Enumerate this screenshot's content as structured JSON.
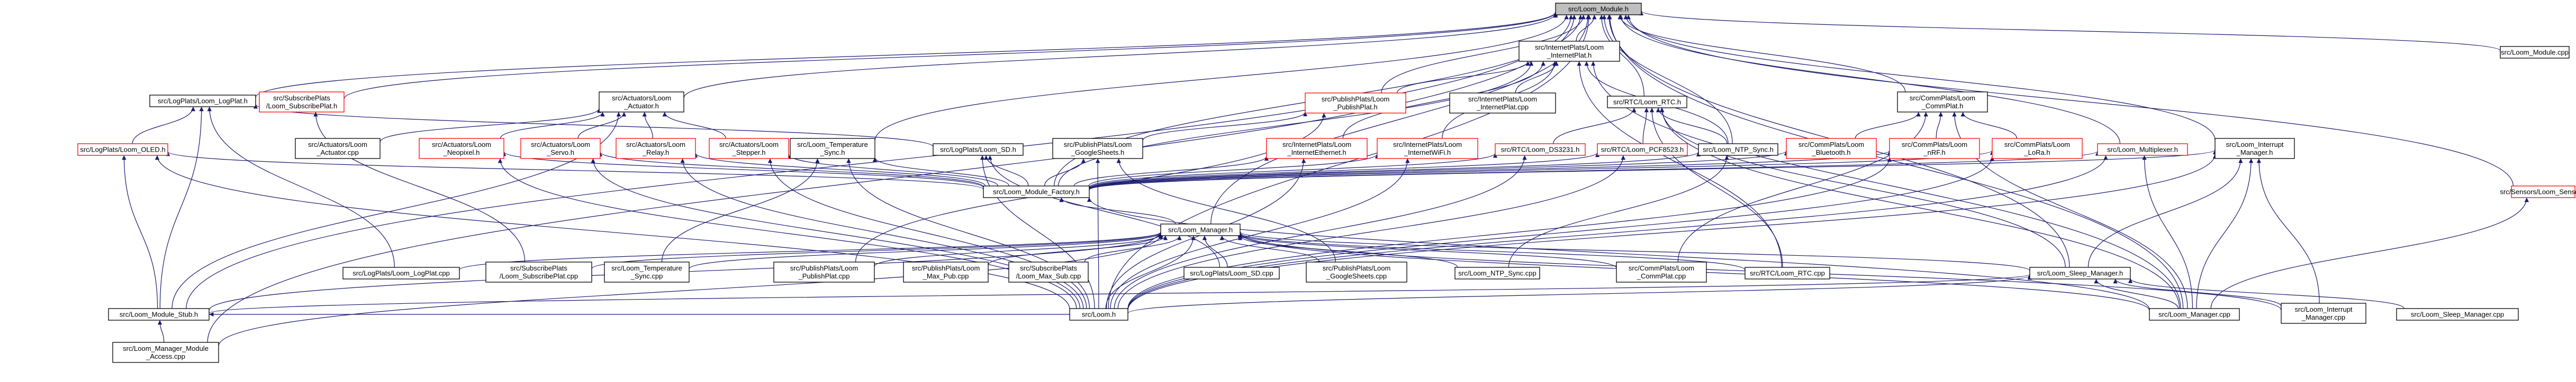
{
  "diagram": {
    "title": "",
    "colors": {
      "edge": "#191970",
      "node_border": "#000000",
      "node_border_missing": "#ff0000",
      "root_fill": "#bfbfbf",
      "background": "#ffffff"
    },
    "nodes": [
      {
        "id": "root",
        "lines": [
          "src/Loom_Module.h"
        ],
        "style": "root"
      },
      {
        "id": "internet_h",
        "lines": [
          "src/InternetPlats/Loom",
          "_InternetPlat.h"
        ]
      },
      {
        "id": "module_cpp",
        "lines": [
          "src/Loom_Module.cpp"
        ]
      },
      {
        "id": "logplat_h",
        "lines": [
          "src/LogPlats/Loom_LogPlat.h"
        ]
      },
      {
        "id": "subplat_h",
        "lines": [
          "src/SubscribePlats",
          "/Loom_SubscribePlat.h"
        ],
        "style": "missing"
      },
      {
        "id": "actuator_h",
        "lines": [
          "src/Actuators/Loom",
          "_Actuator.h"
        ]
      },
      {
        "id": "publish_h",
        "lines": [
          "src/PublishPlats/Loom",
          "_PublishPlat.h"
        ],
        "style": "missing"
      },
      {
        "id": "internet_cpp",
        "lines": [
          "src/InternetPlats/Loom",
          "_InternetPlat.cpp"
        ]
      },
      {
        "id": "rtc_h",
        "lines": [
          "src/RTC/Loom_RTC.h"
        ]
      },
      {
        "id": "commplat_h",
        "lines": [
          "src/CommPlats/Loom",
          "_CommPlat.h"
        ]
      },
      {
        "id": "oled_h",
        "lines": [
          "src/LogPlats/Loom_OLED.h"
        ],
        "style": "missing"
      },
      {
        "id": "act_cpp",
        "lines": [
          "src/Actuators/Loom",
          "_Actuator.cpp"
        ]
      },
      {
        "id": "neopixel_h",
        "lines": [
          "src/Actuators/Loom",
          "_Neopixel.h"
        ],
        "style": "missing"
      },
      {
        "id": "servo_h",
        "lines": [
          "src/Actuators/Loom",
          "_Servo.h"
        ],
        "style": "missing"
      },
      {
        "id": "relay_h",
        "lines": [
          "src/Actuators/Loom",
          "_Relay.h"
        ],
        "style": "missing"
      },
      {
        "id": "stepper_h",
        "lines": [
          "src/Actuators/Loom",
          "_Stepper.h"
        ],
        "style": "missing"
      },
      {
        "id": "tempsync_h",
        "lines": [
          "src/Loom_Temperature",
          "_Sync.h"
        ]
      },
      {
        "id": "sd_h",
        "lines": [
          "src/LogPlats/Loom_SD.h"
        ]
      },
      {
        "id": "gsheets_h",
        "lines": [
          "src/PublishPlats/Loom",
          "_GoogleSheets.h"
        ]
      },
      {
        "id": "ethernet_h",
        "lines": [
          "src/InternetPlats/Loom",
          "_InternetEthernet.h"
        ],
        "style": "missing"
      },
      {
        "id": "wifi_h",
        "lines": [
          "src/InternetPlats/Loom",
          "_InternetWiFi.h"
        ],
        "style": "missing"
      },
      {
        "id": "ds3231_h",
        "lines": [
          "src/RTC/Loom_DS3231.h"
        ],
        "style": "missing"
      },
      {
        "id": "pcf8523_h",
        "lines": [
          "src/RTC/Loom_PCF8523.h"
        ],
        "style": "missing"
      },
      {
        "id": "ntpsync_h",
        "lines": [
          "src/Loom_NTP_Sync.h"
        ]
      },
      {
        "id": "bluetooth_h",
        "lines": [
          "src/CommPlats/Loom",
          "_Bluetooth.h"
        ],
        "style": "missing"
      },
      {
        "id": "rf_h",
        "lines": [
          "src/CommPlats/Loom",
          "_nRF.h"
        ],
        "style": "missing"
      },
      {
        "id": "lora_h",
        "lines": [
          "src/CommPlats/Loom",
          "_LoRa.h"
        ],
        "style": "missing"
      },
      {
        "id": "mux_h",
        "lines": [
          "src/Loom_Multiplexer.h"
        ],
        "style": "missing"
      },
      {
        "id": "interrupt_h",
        "lines": [
          "src/Loom_Interrupt",
          "_Manager.h"
        ]
      },
      {
        "id": "sensor_h",
        "lines": [
          "src/Sensors/Loom_Sensor.h"
        ],
        "style": "missing"
      },
      {
        "id": "factory_h",
        "lines": [
          "src/Loom_Module_Factory.h"
        ]
      },
      {
        "id": "manager_h",
        "lines": [
          "src/Loom_Manager.h"
        ]
      },
      {
        "id": "logplat_cpp",
        "lines": [
          "src/LogPlats/Loom_LogPlat.cpp"
        ]
      },
      {
        "id": "subplat_cpp",
        "lines": [
          "src/SubscribePlats",
          "/Loom_SubscribePlat.cpp"
        ]
      },
      {
        "id": "tempsync_cpp",
        "lines": [
          "src/Loom_Temperature",
          "_Sync.cpp"
        ]
      },
      {
        "id": "publish_cpp",
        "lines": [
          "src/PublishPlats/Loom",
          "_PublishPlat.cpp"
        ]
      },
      {
        "id": "maxpub_cpp",
        "lines": [
          "src/PublishPlats/Loom",
          "_Max_Pub.cpp"
        ]
      },
      {
        "id": "maxsub_cpp",
        "lines": [
          "src/SubscribePlats",
          "/Loom_Max_Sub.cpp"
        ]
      },
      {
        "id": "sd_cpp",
        "lines": [
          "src/LogPlats/Loom_SD.cpp"
        ]
      },
      {
        "id": "gsheets_cpp",
        "lines": [
          "src/PublishPlats/Loom",
          "_GoogleSheets.cpp"
        ]
      },
      {
        "id": "ntpsync_cpp",
        "lines": [
          "src/Loom_NTP_Sync.cpp"
        ]
      },
      {
        "id": "commplat_cpp",
        "lines": [
          "src/CommPlats/Loom",
          "_CommPlat.cpp"
        ]
      },
      {
        "id": "rtc_cpp",
        "lines": [
          "src/RTC/Loom_RTC.cpp"
        ]
      },
      {
        "id": "sleep_h",
        "lines": [
          "src/Loom_Sleep_Manager.h"
        ]
      },
      {
        "id": "stub_h",
        "lines": [
          "src/Loom_Module_Stub.h"
        ]
      },
      {
        "id": "loom_h",
        "lines": [
          "src/Loom.h"
        ]
      },
      {
        "id": "manager_cpp",
        "lines": [
          "src/Loom_Manager.cpp"
        ]
      },
      {
        "id": "interrupt_cpp",
        "lines": [
          "src/Loom_Interrupt",
          "_Manager.cpp"
        ]
      },
      {
        "id": "sleep_cpp",
        "lines": [
          "src/Loom_Sleep_Manager.cpp"
        ]
      },
      {
        "id": "access_cpp",
        "lines": [
          "src/Loom_Manager_Module",
          "_Access.cpp"
        ]
      }
    ],
    "edges": [
      [
        "root",
        "internet_h"
      ],
      [
        "root",
        "module_cpp"
      ],
      [
        "root",
        "logplat_h"
      ],
      [
        "root",
        "subplat_h"
      ],
      [
        "root",
        "actuator_h"
      ],
      [
        "root",
        "publish_h"
      ],
      [
        "root",
        "rtc_h"
      ],
      [
        "root",
        "commplat_h"
      ],
      [
        "root",
        "tempsync_h"
      ],
      [
        "root",
        "mux_h"
      ],
      [
        "root",
        "interrupt_h"
      ],
      [
        "root",
        "sensor_h"
      ],
      [
        "root",
        "factory_h"
      ],
      [
        "root",
        "manager_h"
      ],
      [
        "root",
        "stub_h"
      ],
      [
        "root",
        "loom_h"
      ],
      [
        "root",
        "manager_cpp"
      ],
      [
        "root",
        "sleep_h"
      ],
      [
        "root",
        "ntpsync_h"
      ],
      [
        "root",
        "access_cpp"
      ],
      [
        "internet_h",
        "internet_cpp"
      ],
      [
        "internet_h",
        "ethernet_h"
      ],
      [
        "internet_h",
        "wifi_h"
      ],
      [
        "internet_h",
        "publish_h"
      ],
      [
        "internet_h",
        "ntpsync_h"
      ],
      [
        "internet_h",
        "factory_h"
      ],
      [
        "internet_h",
        "rtc_cpp"
      ],
      [
        "internet_h",
        "manager_cpp"
      ],
      [
        "logplat_h",
        "oled_h"
      ],
      [
        "logplat_h",
        "sd_h"
      ],
      [
        "logplat_h",
        "logplat_cpp"
      ],
      [
        "logplat_h",
        "stub_h"
      ],
      [
        "subplat_h",
        "subplat_cpp"
      ],
      [
        "actuator_h",
        "act_cpp"
      ],
      [
        "actuator_h",
        "neopixel_h"
      ],
      [
        "actuator_h",
        "servo_h"
      ],
      [
        "actuator_h",
        "relay_h"
      ],
      [
        "actuator_h",
        "stepper_h"
      ],
      [
        "actuator_h",
        "stub_h"
      ],
      [
        "publish_h",
        "gsheets_h"
      ],
      [
        "publish_h",
        "publish_cpp"
      ],
      [
        "rtc_h",
        "ds3231_h"
      ],
      [
        "rtc_h",
        "pcf8523_h"
      ],
      [
        "rtc_h",
        "ntpsync_h"
      ],
      [
        "rtc_h",
        "rtc_cpp"
      ],
      [
        "rtc_h",
        "sleep_h"
      ],
      [
        "rtc_h",
        "manager_cpp"
      ],
      [
        "commplat_h",
        "bluetooth_h"
      ],
      [
        "commplat_h",
        "rf_h"
      ],
      [
        "commplat_h",
        "lora_h"
      ],
      [
        "commplat_h",
        "commplat_cpp"
      ],
      [
        "commplat_h",
        "manager_cpp"
      ],
      [
        "oled_h",
        "factory_h"
      ],
      [
        "oled_h",
        "stub_h"
      ],
      [
        "oled_h",
        "loom_h"
      ],
      [
        "neopixel_h",
        "factory_h"
      ],
      [
        "neopixel_h",
        "loom_h"
      ],
      [
        "servo_h",
        "factory_h"
      ],
      [
        "servo_h",
        "loom_h"
      ],
      [
        "relay_h",
        "factory_h"
      ],
      [
        "relay_h",
        "loom_h"
      ],
      [
        "stepper_h",
        "factory_h"
      ],
      [
        "stepper_h",
        "loom_h"
      ],
      [
        "tempsync_h",
        "factory_h"
      ],
      [
        "tempsync_h",
        "tempsync_cpp"
      ],
      [
        "tempsync_h",
        "loom_h"
      ],
      [
        "sd_h",
        "factory_h"
      ],
      [
        "sd_h",
        "sd_cpp"
      ],
      [
        "sd_h",
        "loom_h"
      ],
      [
        "gsheets_h",
        "factory_h"
      ],
      [
        "gsheets_h",
        "gsheets_cpp"
      ],
      [
        "gsheets_h",
        "loom_h"
      ],
      [
        "ethernet_h",
        "factory_h"
      ],
      [
        "ethernet_h",
        "loom_h"
      ],
      [
        "wifi_h",
        "factory_h"
      ],
      [
        "wifi_h",
        "loom_h"
      ],
      [
        "ds3231_h",
        "factory_h"
      ],
      [
        "ds3231_h",
        "loom_h"
      ],
      [
        "pcf8523_h",
        "factory_h"
      ],
      [
        "pcf8523_h",
        "loom_h"
      ],
      [
        "ntpsync_h",
        "factory_h"
      ],
      [
        "ntpsync_h",
        "ntpsync_cpp"
      ],
      [
        "bluetooth_h",
        "factory_h"
      ],
      [
        "rf_h",
        "factory_h"
      ],
      [
        "rf_h",
        "loom_h"
      ],
      [
        "lora_h",
        "factory_h"
      ],
      [
        "lora_h",
        "loom_h"
      ],
      [
        "mux_h",
        "factory_h"
      ],
      [
        "mux_h",
        "loom_h"
      ],
      [
        "mux_h",
        "manager_cpp"
      ],
      [
        "interrupt_h",
        "factory_h"
      ],
      [
        "interrupt_h",
        "interrupt_cpp"
      ],
      [
        "interrupt_h",
        "sleep_h"
      ],
      [
        "interrupt_h",
        "manager_cpp"
      ],
      [
        "interrupt_h",
        "loom_h"
      ],
      [
        "sensor_h",
        "manager_cpp"
      ],
      [
        "factory_h",
        "manager_h"
      ],
      [
        "factory_h",
        "manager_cpp"
      ],
      [
        "manager_h",
        "logplat_cpp"
      ],
      [
        "manager_h",
        "subplat_cpp"
      ],
      [
        "manager_h",
        "tempsync_cpp"
      ],
      [
        "manager_h",
        "publish_cpp"
      ],
      [
        "manager_h",
        "maxpub_cpp"
      ],
      [
        "manager_h",
        "maxsub_cpp"
      ],
      [
        "manager_h",
        "sd_cpp"
      ],
      [
        "manager_h",
        "gsheets_cpp"
      ],
      [
        "manager_h",
        "ntpsync_cpp"
      ],
      [
        "manager_h",
        "commplat_cpp"
      ],
      [
        "manager_h",
        "rtc_cpp"
      ],
      [
        "manager_h",
        "sleep_h"
      ],
      [
        "manager_h",
        "stub_h"
      ],
      [
        "manager_h",
        "loom_h"
      ],
      [
        "manager_h",
        "manager_cpp"
      ],
      [
        "manager_h",
        "interrupt_cpp"
      ],
      [
        "manager_h",
        "access_cpp"
      ],
      [
        "sleep_h",
        "sleep_cpp"
      ],
      [
        "sleep_h",
        "interrupt_cpp"
      ],
      [
        "sleep_h",
        "manager_cpp"
      ],
      [
        "sleep_h",
        "loom_h"
      ],
      [
        "sleep_h",
        "stub_h"
      ],
      [
        "stub_h",
        "access_cpp"
      ],
      [
        "stub_h",
        "loom_h"
      ]
    ]
  }
}
